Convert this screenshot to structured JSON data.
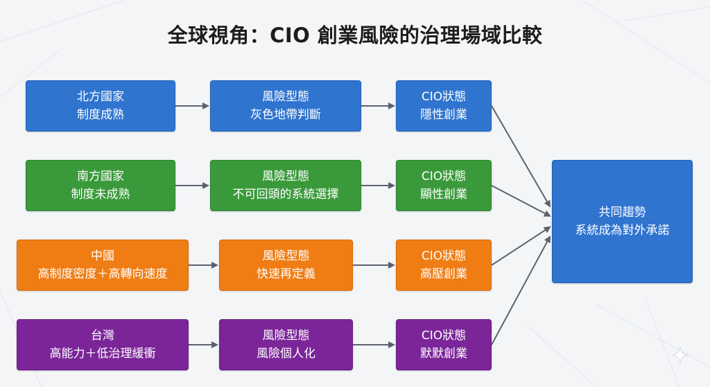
{
  "title": "全球視角：CIO 創業風險的治理場域比較",
  "rows": [
    {
      "region": [
        "北方國家",
        "制度成熟"
      ],
      "risk": [
        "風險型態",
        "灰色地帶判斷"
      ],
      "cio": [
        "CIO狀態",
        "隱性創業"
      ],
      "color": "#2f74cf"
    },
    {
      "region": [
        "南方國家",
        "制度未成熟"
      ],
      "risk": [
        "風險型態",
        "不可回頭的系統選擇"
      ],
      "cio": [
        "CIO狀態",
        "顯性創業"
      ],
      "color": "#3a9a3b"
    },
    {
      "region": [
        "中國",
        "高制度密度＋高轉向速度"
      ],
      "risk": [
        "風險型態",
        "快速再定義"
      ],
      "cio": [
        "CIO狀態",
        "高壓創業"
      ],
      "color": "#ef7d14"
    },
    {
      "region": [
        "台灣",
        "高能力＋低治理緩衝"
      ],
      "risk": [
        "風險型態",
        "風險個人化"
      ],
      "cio": [
        "CIO狀態",
        "默默創業"
      ],
      "color": "#7b2598"
    }
  ],
  "trend": [
    "共同趨勢",
    "系統成為對外承諾"
  ],
  "trend_color": "#2f74cf",
  "arrow_color": "#5a6270"
}
